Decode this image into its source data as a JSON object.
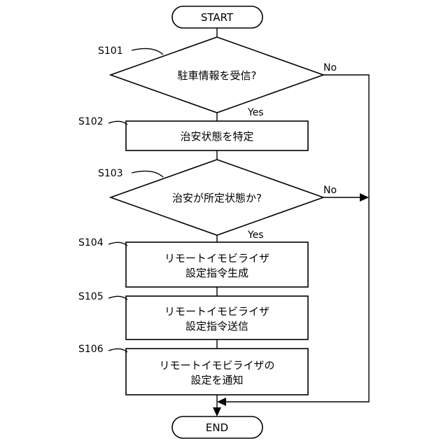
{
  "flowchart": {
    "start": "START",
    "end": "END",
    "steps": [
      {
        "id": "S101",
        "kind": "decision",
        "text": [
          "駐車情報を受信?"
        ],
        "yes": "Yes",
        "no": "No"
      },
      {
        "id": "S102",
        "kind": "process",
        "text": [
          "治安状態を特定"
        ]
      },
      {
        "id": "S103",
        "kind": "decision",
        "text": [
          "治安が所定状態か?"
        ],
        "yes": "Yes",
        "no": "No"
      },
      {
        "id": "S104",
        "kind": "process",
        "text": [
          "リモートイモビライザ",
          "設定指令生成"
        ]
      },
      {
        "id": "S105",
        "kind": "process",
        "text": [
          "リモートイモビライザ",
          "設定指令送信"
        ]
      },
      {
        "id": "S106",
        "kind": "process",
        "text": [
          "リモートイモビライザの",
          "設定を通知"
        ]
      }
    ]
  }
}
